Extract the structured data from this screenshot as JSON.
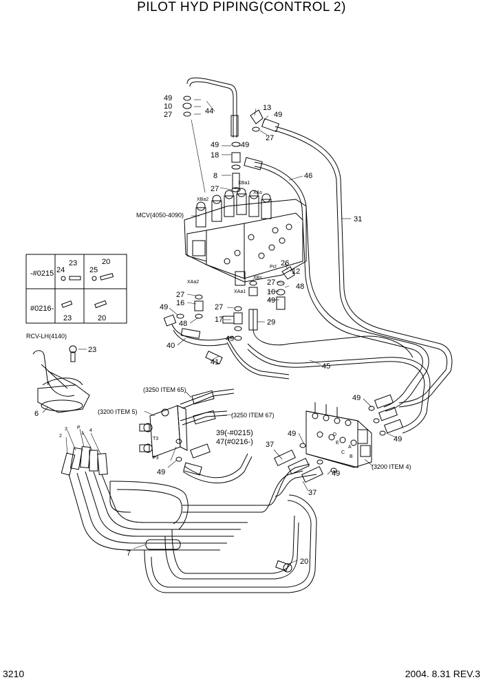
{
  "title": "PILOT HYD PIPING(CONTROL 2)",
  "footer": {
    "page_number": "3210",
    "revision": "2004. 8.31 REV.3"
  },
  "components": {
    "mcv": "MCV(4050-4090)",
    "rcv": "RCV-LH(4140)",
    "ref_3250_65": "(3250 ITEM 65)",
    "ref_3250_67": "(3250 ITEM 67)",
    "ref_3200_5": "(3200 ITEM 5)",
    "ref_3200_4": "(3200 ITEM 4)",
    "item39": "39(-#0215)",
    "item47": "47(#0216-)"
  },
  "ports": {
    "xba1": "XBa1",
    "xas": "XAs",
    "xba2": "XBa2",
    "xaa2": "XAa2",
    "xaa1": "XAa1",
    "xbs": "XBs",
    "pcl": "Pcl",
    "t3": "T3",
    "p3": "P3",
    "d": "D",
    "e": "E",
    "a": "A",
    "b": "B",
    "c": "C"
  },
  "inset_table": {
    "row1_label": "-#0215",
    "row2_label": "#0216-",
    "row1_left_items": [
      "24",
      "23"
    ],
    "row1_right_items": [
      "25",
      "20"
    ],
    "row2_left_item": "23",
    "row2_right_item": "20"
  },
  "rcv_ports": [
    "2",
    "3",
    "P",
    "1",
    "4"
  ],
  "callouts": {
    "c49a": "49",
    "c10a": "10",
    "c27a": "27",
    "c44": "44",
    "c13": "13",
    "c49b": "49",
    "c27b": "27",
    "c49c": "49",
    "c49d": "49",
    "c18": "18",
    "c8": "8",
    "c27c": "27",
    "c46": "46",
    "c31": "31",
    "c26": "26",
    "c12": "12",
    "c27d": "27",
    "c48a": "48",
    "c10b": "10",
    "c49e": "49",
    "c27e": "27",
    "c16": "16",
    "c49f": "49",
    "c48b": "48",
    "c27f": "27",
    "c17": "17",
    "c49g": "49",
    "c29": "29",
    "c40": "40",
    "c41": "41",
    "c45": "45",
    "c23": "23",
    "c6": "6",
    "c49h": "49",
    "c49i": "49",
    "c49j": "49",
    "c37a": "37",
    "c49k": "49",
    "c37b": "37",
    "c49l": "49",
    "c7": "7",
    "c20": "20"
  },
  "icons": [
    "pilot-hose-icon",
    "main-control-valve-icon",
    "joystick-icon",
    "manifold-block-icon",
    "bolt-icon"
  ]
}
